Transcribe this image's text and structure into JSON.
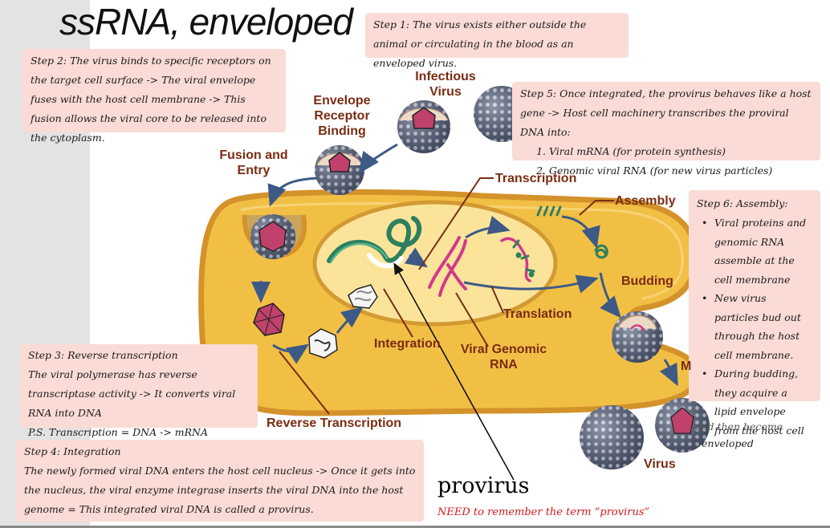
{
  "title": "ssRNA, enveloped",
  "steps": {
    "step1": "Step 1: The virus exists either outside the animal or circulating in the blood as an enveloped virus.",
    "step2": "Step 2: The virus binds to specific receptors on the target cell surface -> The viral envelope fuses with the host cell membrane -> This fusion allows the viral core to be released into the cytoplasm.",
    "step3_lines": [
      "Step 3: Reverse transcription",
      "The viral polymerase has reverse transcriptase activity -> It converts viral RNA into DNA",
      "P.S. Transcription = DNA -> mRNA"
    ],
    "step4_lines": [
      "Step 4: Integration",
      "The newly formed viral DNA enters the host cell nucleus -> Once it gets into the nucleus, the viral enzyme integrase inserts the viral DNA into the host genome = This integrated viral DNA is called a provirus."
    ],
    "step5_intro": "Step 5: Once integrated, the provirus behaves like a host gene -> Host cell machinery transcribes the proviral DNA into:",
    "step5_items": [
      "Viral mRNA (for protein synthesis)",
      "Genomic viral RNA (for new virus particles)"
    ],
    "step6_title": "Step 6: Assembly:",
    "step6_items": [
      "Viral proteins and genomic RNA assemble at the cell membrane",
      "New virus particles bud out through the host cell membrane.",
      "During budding, they acquire a lipid envelope from the host cell"
    ]
  },
  "labels": {
    "infectious_virus": "Infectious Virus",
    "envelope_receptor_binding": "Envelope Receptor Binding",
    "fusion_and_entry": "Fusion and Entry",
    "transcription": "Transcription",
    "assembly": "Assembly",
    "budding": "Budding",
    "translation": "Translation",
    "integration": "Integration",
    "viral_genomic_rna": "Viral Genomic RNA",
    "reverse_transcription": "Reverse Transcription",
    "virus": "Virus",
    "m_fragment": "M"
  },
  "provirus": "provirus",
  "remember_note": "NEED to remember the term “provirus”",
  "then_become": "and then become",
  "enveloped": "enveloped",
  "colors": {
    "cell": "#f2bf45",
    "membrane": "#d99a2a",
    "nucleus": "#fbe49a",
    "note_bg": "#fadbd6",
    "virus_blue": "#54607e",
    "label": "#7a2c12",
    "arrow": "#3d5a86"
  }
}
